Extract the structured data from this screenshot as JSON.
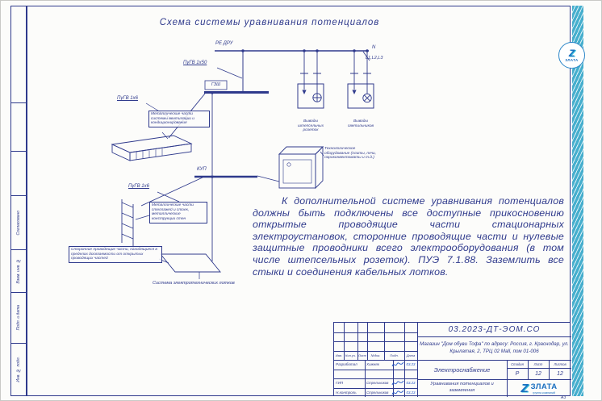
{
  "title": "Схема системы уравнивания потенциалов",
  "diagram": {
    "pe_bus": "PE ДРУ",
    "n": "N",
    "phases": "L1,L2,L3",
    "pugv_1x50": "ПуГВ 1x50",
    "gzsh": "ГЗШ",
    "pugv_1x6_vent": "ПуГВ 1x6",
    "vent_note": "Металлические части системы вентиляции и кондиционирования",
    "kup": "КУП",
    "pugv_1x6_rack": "ПуГВ 1x6",
    "rack_note": "Металлические части стеллажей и стоек, металлические конструкции стен",
    "foreign_note": "Сторонние проводящие части, находящиеся в пределах досягаемости от открытых проводящих частей",
    "trays_note": "Система электротехнических лотков",
    "sockets_note": "Выводы штепсельных розеток",
    "lights_note": "Выводы светильников",
    "tech_note": "Технологическое оборудование (плиты, печи, пароконвектоматы и т.д.)"
  },
  "note_text": "К дополнительной системе уравнивания потенциалов должны быть подключены все доступные прикосновению открытые проводящие части стационарных электроустановок, сторонние проводящие части и нулевые защитные проводники всего электрооборудования (в том числе штепсельных розеток). ПУЭ 7.1.88. Заземлить все стыки и соединения кабельных лотков.",
  "titleblock": {
    "doc_number": "03.2023-ДТ-ЭОМ.СО",
    "object": "Магазин \"Дом обуви Тофа\" по адресу: Россия, г. Краснодар, ул. Крылатая, 2, ТРЦ 02 Mall, пом 01-006",
    "header_cols": [
      "Изм.",
      "Кол.уч.",
      "Лист",
      "№док.",
      "Подп.",
      "Дата"
    ],
    "rows": [
      {
        "role": "Разработал",
        "name": "Хижняк",
        "date": "03.23"
      },
      {
        "role": "ГИП",
        "name": "Стрельников",
        "date": "03.23"
      },
      {
        "role": "Н.контроль",
        "name": "Стрельников",
        "date": "03.23"
      }
    ],
    "system": "Электроснабжение",
    "sheet_name": "Уравнивания потенциалов и заземления",
    "stage_label": "Стадия",
    "sheet_label": "Лист",
    "sheets_label": "Листов",
    "stage": "Р",
    "sheet": "12",
    "sheets": "12",
    "brand": "ЗЛАТА",
    "brand_sub": "группа компаний"
  },
  "frame": {
    "left_labels": [
      "Согласовано",
      "Взам. инв. №",
      "Подп. и дата",
      "Инв. № подл."
    ],
    "format": "А3"
  },
  "stamp": {
    "brand": "ЗЛАТА"
  },
  "colors": {
    "line": "#2f3a8c",
    "accent_teal": "#45aecd",
    "brand_blue": "#1a6fc0",
    "signature_blue": "#1c53c9"
  }
}
